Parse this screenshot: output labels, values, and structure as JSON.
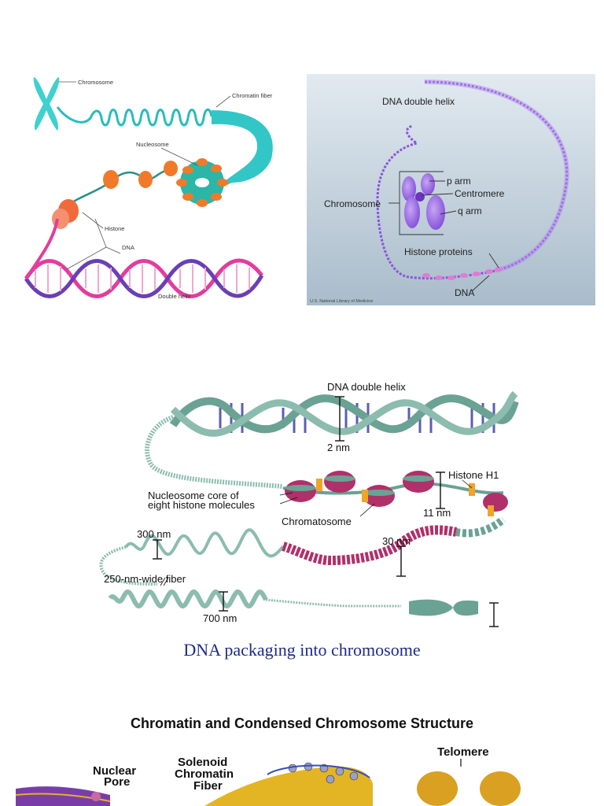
{
  "panel1": {
    "labels": {
      "chromosome": "Chromosome",
      "chromatin_fiber": "Chromatin fiber",
      "nucleosome": "Nucleosome",
      "histone": "Histone",
      "dna": "DNA",
      "double_helix": "Double helix"
    },
    "colors": {
      "chromosome": "#3fd0d0",
      "histone": "#f07a2a",
      "helix_pink": "#e23d9c",
      "helix_purple": "#6a3fb5"
    }
  },
  "panel2": {
    "labels": {
      "dna_double_helix": "DNA double helix",
      "p_arm": "p arm",
      "centromere": "Centromere",
      "chromosome": "Chromosome",
      "q_arm": "q arm",
      "histone_proteins": "Histone proteins",
      "dna": "DNA",
      "credit": "U.S. National Library of Medicine"
    },
    "colors": {
      "background_top": "#e2eaf0",
      "background_bottom": "#a9bccb",
      "chromosome": "#9b6be0",
      "helix": "#8a55d8"
    }
  },
  "panel3": {
    "labels": {
      "dna_double_helix": "DNA double helix",
      "two_nm": "2 nm",
      "histone_h1": "Histone H1",
      "nucleosome_core_line1": "Nucleosome core of",
      "nucleosome_core_line2": "eight histone molecules",
      "eleven_nm": "11 nm",
      "chromatosome": "Chromatosome",
      "three_hundred_nm": "300 nm",
      "thirty_nm": "30 nm",
      "fiber_250": "250-nm-wide fiber",
      "seven_hundred_nm": "700 nm"
    },
    "colors": {
      "fiber": "#6aa293",
      "histone": "#b0306a",
      "linker": "#f0a428",
      "rungs": "#5b5fb2"
    }
  },
  "caption": "DNA packaging into chromosome",
  "panel4": {
    "title": "Chromatin and Condensed Chromosome Structure",
    "labels": {
      "nuclear": "Nuclear",
      "pore": "Pore",
      "solenoid": "Solenoid",
      "chromatin": "Chromatin",
      "fiber": "Fiber",
      "telomere": "Telomere"
    }
  }
}
